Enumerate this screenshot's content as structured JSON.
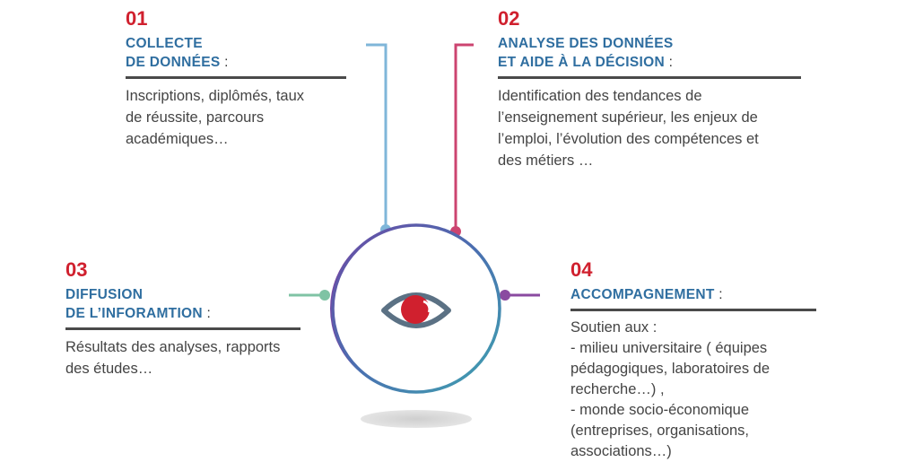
{
  "colors": {
    "number": "#d0202e",
    "title": "#2f6ea0",
    "text": "#444444",
    "rule": "#4a4a4a",
    "line_01": "#7fb6d9",
    "line_02": "#cc4470",
    "line_03": "#7fc3a4",
    "line_04": "#8a4aa0",
    "eye_iris": "#d0202e",
    "eye_outline": "#5b7184"
  },
  "icons": {
    "center": "eye-icon"
  },
  "steps": [
    {
      "number": "01",
      "title_lines": [
        "COLLECTE",
        "DE DONNÉES"
      ],
      "colon": ":",
      "description_lines": [
        "Inscriptions, diplômés, taux",
        "de réussite, parcours",
        "académiques…"
      ]
    },
    {
      "number": "02",
      "title_lines": [
        "ANALYSE DES DONNÉES",
        "ET AIDE À LA DÉCISION"
      ],
      "colon": ":",
      "description_lines": [
        "Identification des tendances de",
        "l’enseignement supérieur, les enjeux de",
        "l’emploi, l’évolution des compétences et",
        "des métiers …"
      ]
    },
    {
      "number": "03",
      "title_lines": [
        "DIFFUSION",
        "DE L’INFORAMTION"
      ],
      "colon": ":",
      "description_lines": [
        "Résultats des analyses, rapports",
        "des études…"
      ]
    },
    {
      "number": "04",
      "title_lines": [
        "ACCOMPAGNEMENT"
      ],
      "colon": ":",
      "description_lines": [
        "Soutien aux :",
        "- milieu universitaire  ( équipes",
        "pédagogiques,  laboratoires de",
        "recherche…) ,",
        "- monde socio-économique",
        "(entreprises, organisations,",
        "associations…)"
      ]
    }
  ]
}
